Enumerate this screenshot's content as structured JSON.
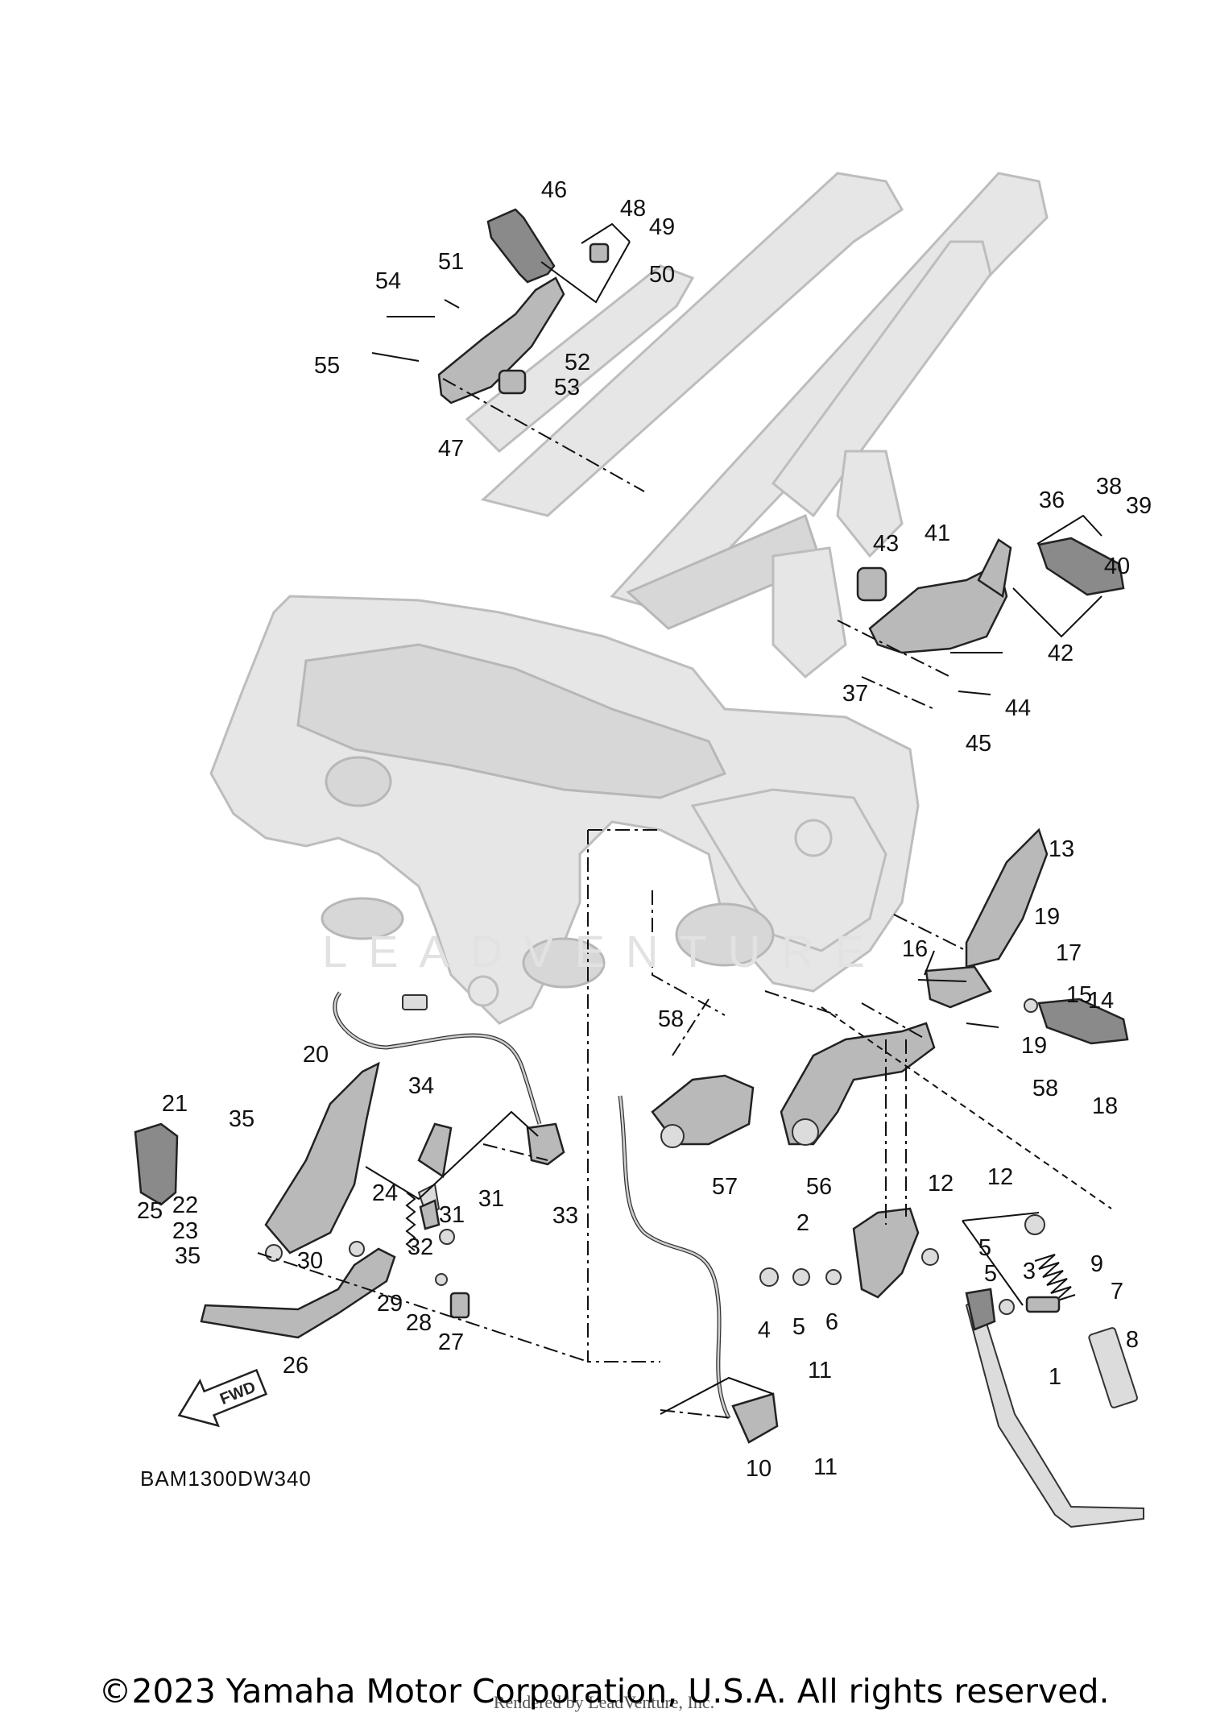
{
  "diagram": {
    "reference_code": "BAM1300DW340",
    "fwd_label": "FWD",
    "watermark_text": "LEADVENTURE",
    "copyright": "©2023 Yamaha Motor Corporation, U.S.A. All rights reserved.",
    "rendered_by": "Rendered by LeadVenture, Inc.",
    "callouts": {
      "c1": "1",
      "c2": "2",
      "c3": "3",
      "c4": "4",
      "c5a": "5",
      "c5b": "5",
      "c5c": "5",
      "c6": "6",
      "c7": "7",
      "c8": "8",
      "c9": "9",
      "c10": "10",
      "c11a": "11",
      "c11b": "11",
      "c12a": "12",
      "c12b": "12",
      "c13": "13",
      "c14": "14",
      "c15": "15",
      "c16": "16",
      "c17": "17",
      "c18": "18",
      "c19a": "19",
      "c19b": "19",
      "c20": "20",
      "c21": "21",
      "c22": "22",
      "c23": "23",
      "c24": "24",
      "c25": "25",
      "c26": "26",
      "c27": "27",
      "c28": "28",
      "c29": "29",
      "c30": "30",
      "c31a": "31",
      "c31b": "31",
      "c32": "32",
      "c33": "33",
      "c34": "34",
      "c35a": "35",
      "c35b": "35",
      "c36": "36",
      "c37": "37",
      "c38": "38",
      "c39": "39",
      "c40": "40",
      "c41": "41",
      "c42": "42",
      "c43": "43",
      "c44": "44",
      "c45": "45",
      "c46": "46",
      "c47": "47",
      "c48": "48",
      "c49": "49",
      "c50": "50",
      "c51": "51",
      "c52": "52",
      "c53": "53",
      "c54": "54",
      "c55": "55",
      "c56": "56",
      "c57": "57",
      "c58a": "58",
      "c58b": "58"
    }
  }
}
